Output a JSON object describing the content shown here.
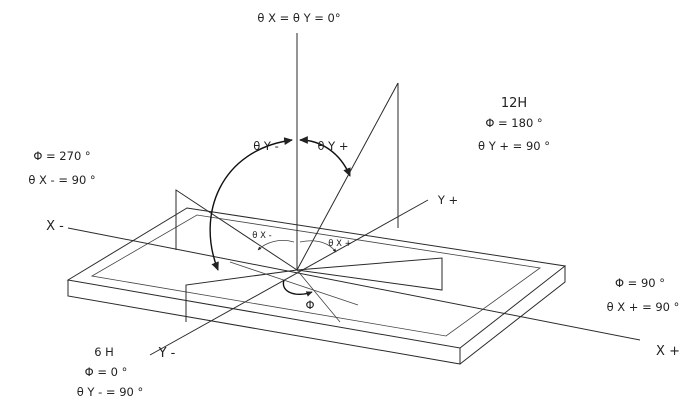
{
  "labels": {
    "top": "θ X = θ Y = 0°",
    "h12": "12H",
    "phi180": "Φ = 180 °",
    "thetaYplus90": "θ Y + = 90 °",
    "phi270": "Φ = 270 °",
    "thetaXminus90": "θ X - = 90 °",
    "thetaYminus": "θ Y -",
    "thetaYplus": "θ Y +",
    "yPlus": "Y +",
    "xMinus": "X -",
    "thetaXminusSmall": "θ X -",
    "thetaXplusSmall": "θ X +",
    "phi": "Φ",
    "phi90": "Φ = 90 °",
    "thetaXplus90": "θ X + = 90 °",
    "xPlus": "X +",
    "yMinus": "Y -",
    "h6": "6 H",
    "phi0": "Φ = 0 °",
    "thetaYminus90": "θ Y - = 90 °"
  },
  "colors": {
    "line": "#2a2a2a",
    "text": "#222222",
    "background": "#ffffff"
  }
}
